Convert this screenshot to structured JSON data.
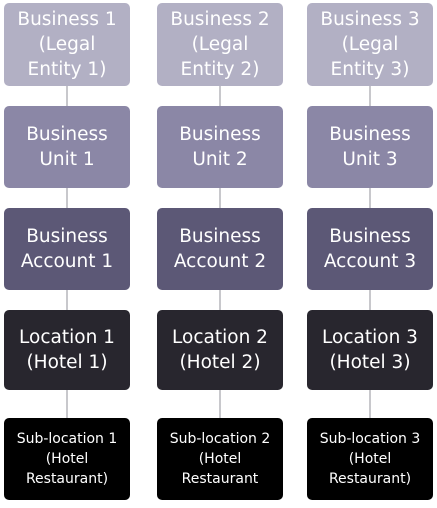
{
  "colors": {
    "level_1": "#b2b0c4",
    "level_2": "#8b87a6",
    "level_3": "#5c5876",
    "level_4": "#28262e",
    "level_5": "#000000",
    "connector": "#c8c8cc",
    "text": "#ffffff"
  },
  "columns": [
    {
      "levels": [
        "Business 1\n(Legal\nEntity 1)",
        "Business\nUnit 1",
        "Business\nAccount 1",
        "Location 1\n(Hotel 1)",
        "Sub-location 1\n(Hotel\nRestaurant)"
      ]
    },
    {
      "levels": [
        "Business 2\n(Legal\nEntity 2)",
        "Business\nUnit 2",
        "Business\nAccount 2",
        "Location 2\n(Hotel 2)",
        "Sub-location 2\n(Hotel\nRestaurant"
      ]
    },
    {
      "levels": [
        "Business 3\n(Legal\nEntity 3)",
        "Business\nUnit 3",
        "Business\nAccount 3",
        "Location 3\n(Hotel 3)",
        "Sub-location 3\n(Hotel\nRestaurant)"
      ]
    }
  ]
}
